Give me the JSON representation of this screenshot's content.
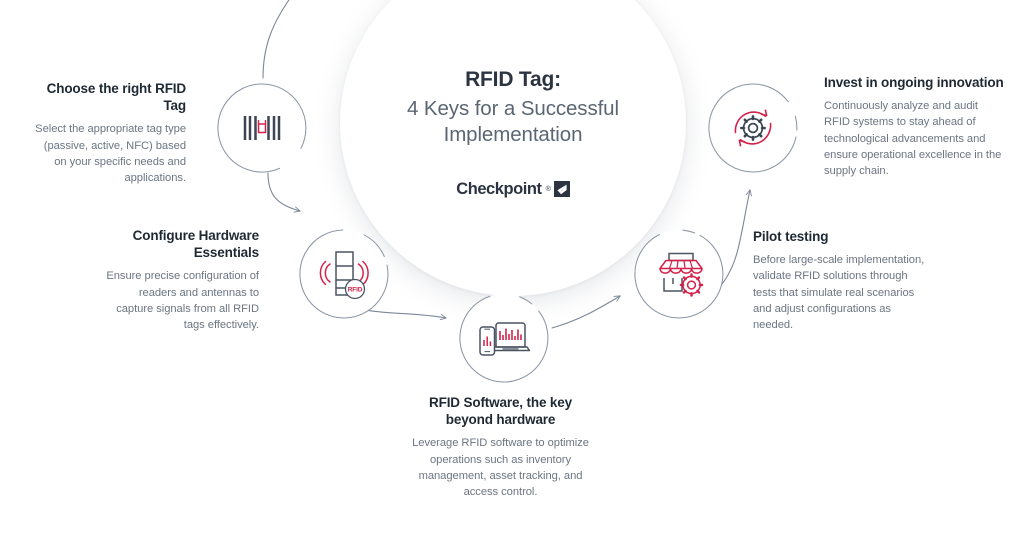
{
  "hub": {
    "title": "RFID Tag:",
    "subtitle": "4 Keys for a Successful Implementation",
    "brand_name": "Checkpoint",
    "brand_tm": "®",
    "brand_mark_icon": "checkpoint-logo-mark"
  },
  "colors": {
    "heading": "#1f2933",
    "body": "#6b7682",
    "accent_red": "#d4214a",
    "accent_dark": "#4a5463",
    "circle_stroke": "#8c97a6",
    "background": "#ffffff"
  },
  "steps": [
    {
      "id": "choose-right-rfid-tag",
      "title": "Choose the right RFID Tag",
      "body": "Select the appropriate tag type (passive, active, NFC) based on your specific needs and applications.",
      "icon": "rfid-tag-icon",
      "align": "right"
    },
    {
      "id": "configure-hardware-essentials",
      "title": "Configure Hardware Essentials",
      "body": "Ensure precise configuration of readers and antennas to capture signals from all RFID tags effectively.",
      "icon": "rfid-reader-antenna-icon",
      "align": "right"
    },
    {
      "id": "rfid-software-key-beyond-hardware",
      "title": "RFID Software, the key beyond hardware",
      "body": "Leverage RFID software to optimize operations such as inventory management, asset tracking, and access control.",
      "icon": "laptop-phone-analytics-icon",
      "align": "center"
    },
    {
      "id": "pilot-testing",
      "title": "Pilot testing",
      "body": "Before large-scale implementation, validate RFID solutions through tests that simulate real scenarios and adjust configurations as needed.",
      "icon": "store-gear-icon",
      "align": "left"
    },
    {
      "id": "invest-in-ongoing-innovation",
      "title": "Invest in ongoing innovation",
      "body": "Continuously analyze and audit RFID systems to stay ahead of technological advancements and ensure operational excellence in the supply chain.",
      "icon": "gear-refresh-cycle-icon",
      "align": "left"
    }
  ]
}
